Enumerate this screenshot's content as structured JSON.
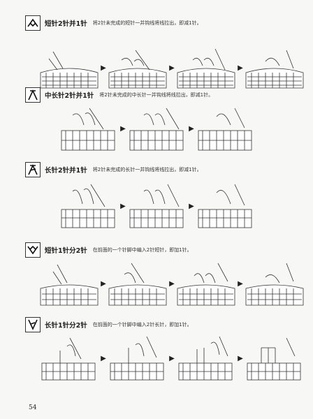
{
  "sections": [
    {
      "title": "短针2针并1针",
      "desc": "将2针未完成的短针一并钩线将线拉出，即减1针。",
      "symbol": "sc2tog-symbol",
      "steps": 4
    },
    {
      "title": "中长针2针并1针",
      "desc": "将2针未完成的中长针一并钩线将线拉出，即减1针。",
      "symbol": "hdc2tog-symbol",
      "steps": 3
    },
    {
      "title": "长针2针并1针",
      "desc": "将2针未完成的长针一并钩线将线拉出，即减1针。",
      "symbol": "dc2tog-symbol",
      "steps": 3
    },
    {
      "title": "短针1针分2针",
      "desc": "在前面的一个针脚中编入2针短针，即加1针。",
      "symbol": "sc-increase-symbol",
      "steps": 4
    },
    {
      "title": "长针1针分2针",
      "desc": "在前面的一个针脚中编入2针长针，即加1针。",
      "symbol": "dc-increase-symbol",
      "steps": 4
    }
  ],
  "page_number": "54"
}
